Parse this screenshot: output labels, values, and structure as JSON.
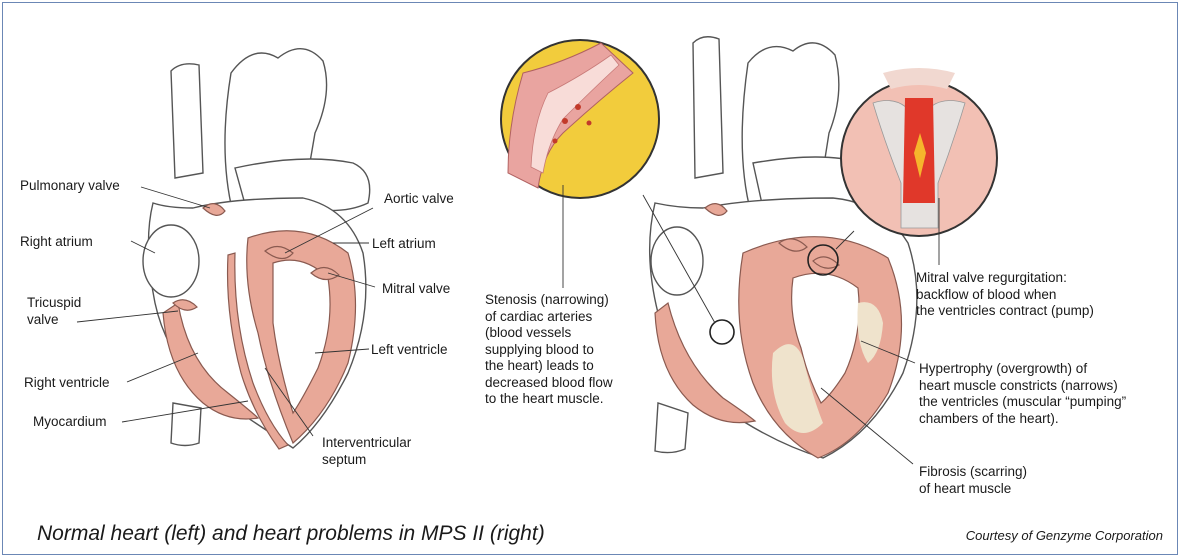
{
  "colors": {
    "border": "#6b87b5",
    "heart_outline": "#555555",
    "muscle": "#e8a898",
    "muscle_dark": "#d98a78",
    "artery_bg": "#f2cc3c",
    "scar": "#efe3cc"
  },
  "left_labels": {
    "pulmonary_valve": "Pulmonary valve",
    "right_atrium": "Right atrium",
    "tricuspid_valve": "Tricuspid\nvalve",
    "right_ventricle": "Right ventricle",
    "myocardium": "Myocardium",
    "aortic_valve": "Aortic valve",
    "left_atrium": "Left atrium",
    "mitral_valve": "Mitral valve",
    "left_ventricle": "Left ventricle",
    "interventricular_septum": "Interventricular\nseptum"
  },
  "right_labels": {
    "stenosis": "Stenosis (narrowing)\nof cardiac arteries\n(blood vessels\nsupplying blood to\nthe heart) leads to\ndecreased blood flow\nto the heart muscle.",
    "mitral_regurgitation": "Mitral valve regurgitation:\nbackflow of blood when\nthe ventricles contract (pump)",
    "hypertrophy": "Hypertrophy (overgrowth) of\nheart muscle constricts (narrows)\nthe ventricles (muscular “pumping”\nchambers of the heart).",
    "fibrosis": "Fibrosis (scarring)\nof heart muscle"
  },
  "caption": "Normal heart (left) and heart problems in MPS II (right)",
  "credit": "Courtesy of Genzyme Corporation"
}
